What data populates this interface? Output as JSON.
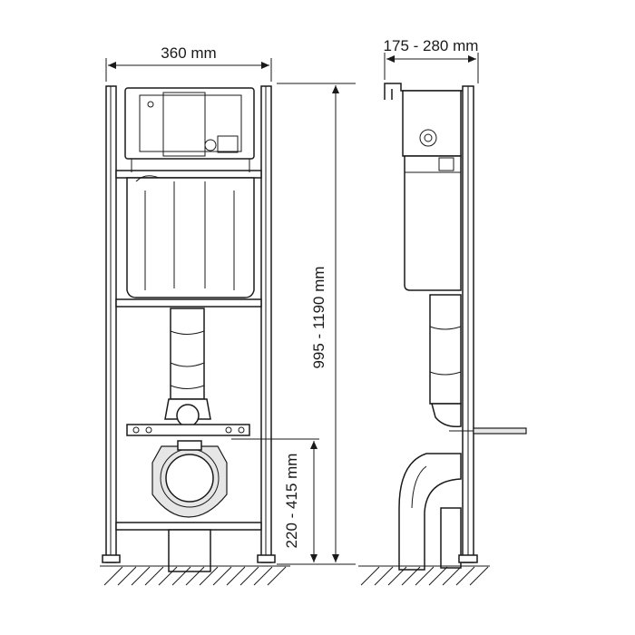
{
  "dimensions": {
    "width": "360 mm",
    "depth": "175 - 280 mm",
    "height": "995 - 1190 mm",
    "outlet_height": "220 - 415 mm"
  },
  "colors": {
    "line": "#1a1a1a",
    "fill": "#e6e6e6",
    "background": "#ffffff"
  }
}
